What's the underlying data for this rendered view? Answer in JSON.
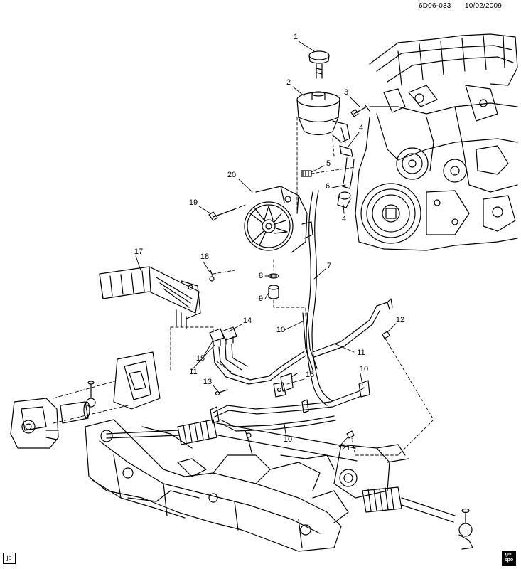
{
  "diagram": {
    "reference": {
      "code": "6D06-033",
      "date": "10/02/2009"
    },
    "callouts": [
      {
        "id": "1",
        "label": "1"
      },
      {
        "id": "2",
        "label": "2"
      },
      {
        "id": "3",
        "label": "3"
      },
      {
        "id": "4a",
        "label": "4"
      },
      {
        "id": "4b",
        "label": "4"
      },
      {
        "id": "5",
        "label": "5"
      },
      {
        "id": "6",
        "label": "6"
      },
      {
        "id": "7",
        "label": "7"
      },
      {
        "id": "8",
        "label": "8"
      },
      {
        "id": "9",
        "label": "9"
      },
      {
        "id": "10a",
        "label": "10"
      },
      {
        "id": "10b",
        "label": "10"
      },
      {
        "id": "10c",
        "label": "10"
      },
      {
        "id": "11a",
        "label": "11"
      },
      {
        "id": "11b",
        "label": "11"
      },
      {
        "id": "12",
        "label": "12"
      },
      {
        "id": "13",
        "label": "13"
      },
      {
        "id": "14",
        "label": "14"
      },
      {
        "id": "15",
        "label": "15"
      },
      {
        "id": "16",
        "label": "16"
      },
      {
        "id": "17",
        "label": "17"
      },
      {
        "id": "18",
        "label": "18"
      },
      {
        "id": "19",
        "label": "19"
      },
      {
        "id": "20",
        "label": "20"
      },
      {
        "id": "21",
        "label": "21"
      }
    ],
    "corner_left": "jp",
    "corner_right": "gm spo"
  }
}
